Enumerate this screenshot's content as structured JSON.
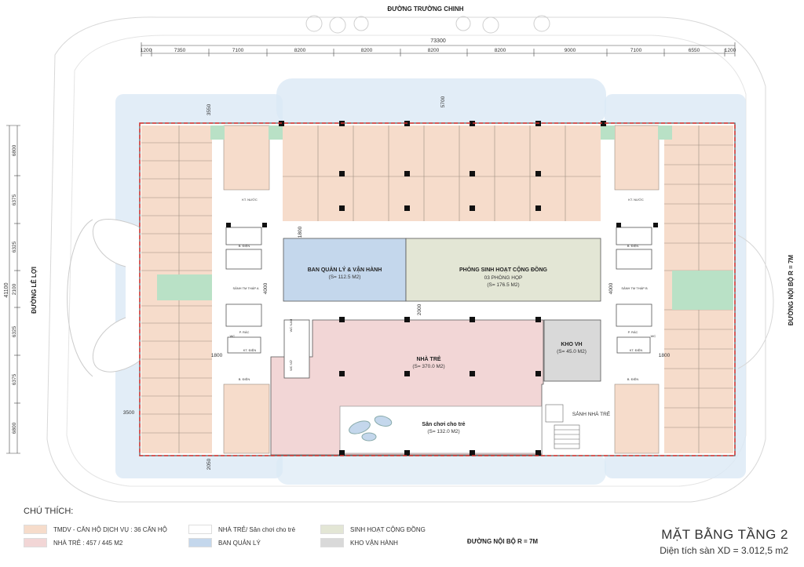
{
  "roads": {
    "top": "ĐƯỜNG TRƯỜNG CHINH",
    "left": "ĐƯỜNG LÊ LỢI",
    "right": "ĐƯỜNG NỘI BỘ R = 7M",
    "bottom": "ĐƯỜNG NỘI BỘ R = 7M"
  },
  "dimensions": {
    "total_width": "73300",
    "top_segments": [
      "1200",
      "7350",
      "7100",
      "8200",
      "8200",
      "8200",
      "8200",
      "9000",
      "7100",
      "6550",
      "1200"
    ],
    "total_height": "41100",
    "left_segments": [
      "6800",
      "6375",
      "6325",
      "2100",
      "6325",
      "6375",
      "6800"
    ],
    "setback_top": "5700",
    "setback_left_top": "3550",
    "setback_left_bottom": "3500",
    "setback_bottom": "2050",
    "corridor_1": "1800",
    "corridor_2": "4000",
    "corridor_3": "2000",
    "corridor_4": "1800"
  },
  "rooms": {
    "management": {
      "name": "BAN QUẢN LÝ & VẬN HÀNH",
      "area": "(S= 112.5 M2)"
    },
    "community": {
      "name": "PHÒNG SINH HOẠT CỘNG ĐỒNG",
      "sub": "03 PHÒNG HỌP",
      "area": "(S= 176.5 M2)"
    },
    "nursery": {
      "name": "NHÀ TRẺ",
      "area": "(S= 370.0 M2)"
    },
    "storage": {
      "name": "KHO VH",
      "area": "(S= 45.0 M2)"
    },
    "playground": {
      "name": "Sân chơi cho trẻ",
      "area": "(S= 132.0 M2)"
    },
    "nursery_lobby": "SẢNH NHÀ TRẺ"
  },
  "small_labels": {
    "lobby_a": "SẢNH TM THÁP A",
    "lobby_b": "SẢNH TM THÁP B",
    "mep": "P. RÁC",
    "wc": "WC",
    "wc_nam": "WC NAM",
    "wc_nu": "WC NỮ",
    "shaft": "B. ĐIỆN",
    "water": "KT. NƯỚC",
    "tech": "KT. ĐIỆN"
  },
  "legend": {
    "heading": "CHÚ THÍCH:",
    "items": [
      {
        "label": "TMDV - CĂN HỘ DỊCH VỤ : 36 CĂN HỘ",
        "color": "#f6dccb"
      },
      {
        "label": "NHÀ TRẺ : 457 / 445 M2",
        "color": "#f2d6d6"
      },
      {
        "label": "NHÀ TRẺ/ Sân chơi cho trẻ",
        "color": "#ffffff"
      },
      {
        "label": "BAN QUẢN LÝ",
        "color": "#c4d7ec"
      },
      {
        "label": "SINH HOẠT CỘNG ĐỒNG",
        "color": "#e3e6d5"
      },
      {
        "label": "KHO VẬN HÀNH",
        "color": "#d9d9d9"
      }
    ]
  },
  "colors": {
    "apartment": "#f6dccb",
    "nursery": "#f2d6d6",
    "management": "#c4d7ec",
    "community": "#e3e6d5",
    "storage": "#d9d9d9",
    "water": "#dbe9f5",
    "green": "#b9e1c6",
    "boundary": "#d9302c"
  },
  "title": {
    "main": "MẶT BẰNG TẦNG 2",
    "area": "Diện tích sàn XD = 3.012,5 m2"
  }
}
